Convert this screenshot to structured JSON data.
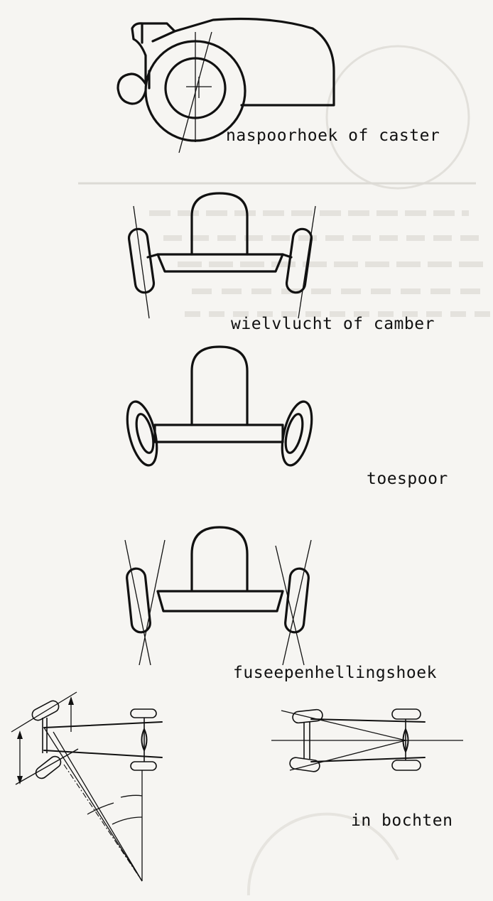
{
  "figures": [
    {
      "id": "caster",
      "caption": "naspoorhoek of caster"
    },
    {
      "id": "camber",
      "caption": "wielvlucht of camber"
    },
    {
      "id": "toe",
      "caption": "toespoor"
    },
    {
      "id": "kingpin",
      "caption": "fuseepenhellingshoek"
    },
    {
      "id": "cornering",
      "caption": "in bochten"
    }
  ],
  "colors": {
    "ink": "#111111",
    "paper": "#f6f5f2",
    "bleed_through": "#d9d7d2"
  }
}
